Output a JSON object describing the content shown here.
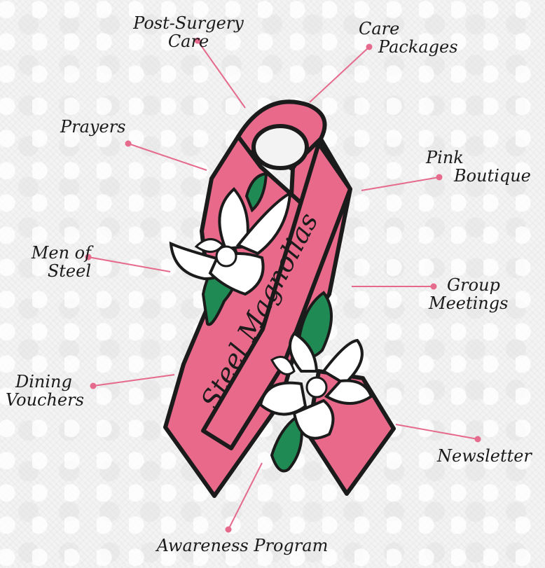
{
  "ribbon_text": "Steel Magnolias",
  "colors": {
    "ribbon": "#e9698b",
    "ribbon_dark": "#c9506f",
    "outline": "#1b1b1b",
    "leaf": "#1f8a54",
    "petal": "#ffffff",
    "connector": "#e56a8c"
  },
  "services": [
    {
      "id": "post-surgery-care",
      "lines": [
        "Post-Surgery",
        "Care"
      ]
    },
    {
      "id": "care-packages",
      "lines": [
        "Care",
        "Packages"
      ]
    },
    {
      "id": "prayers",
      "lines": [
        "Prayers"
      ]
    },
    {
      "id": "pink-boutique",
      "lines": [
        "Pink",
        "Boutique"
      ]
    },
    {
      "id": "men-of-steel",
      "lines": [
        "Men of",
        "Steel"
      ]
    },
    {
      "id": "group-meetings",
      "lines": [
        "Group",
        "Meetings"
      ]
    },
    {
      "id": "dining-vouchers",
      "lines": [
        "Dining",
        "Vouchers"
      ]
    },
    {
      "id": "newsletter",
      "lines": [
        "Newsletter"
      ]
    },
    {
      "id": "awareness-program",
      "lines": [
        "Awareness Program"
      ]
    }
  ]
}
